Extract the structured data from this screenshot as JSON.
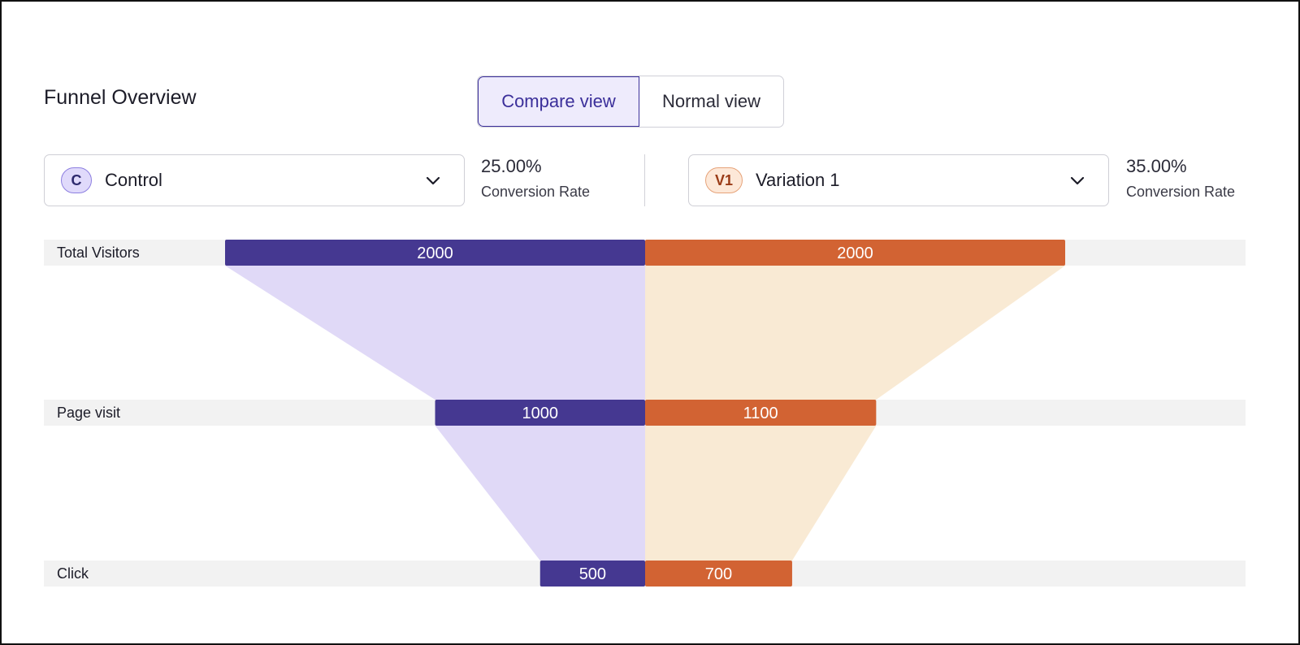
{
  "header": {
    "title": "Funnel Overview"
  },
  "view_toggle": {
    "compare_label": "Compare view",
    "normal_label": "Normal view"
  },
  "control": {
    "badge": "C",
    "name": "Control",
    "rate_value": "25.00%",
    "rate_label": "Conversion Rate",
    "colors": {
      "bar": "#453891",
      "fill": "#e0d9f7"
    }
  },
  "variation": {
    "badge": "V1",
    "name": "Variation 1",
    "rate_value": "35.00%",
    "rate_label": "Conversion Rate",
    "colors": {
      "bar": "#d26333",
      "fill": "#f9ead4"
    }
  },
  "chart_data": {
    "type": "bar",
    "orientation": "horizontal-funnel",
    "categories": [
      "Total Visitors",
      "Page visit",
      "Click"
    ],
    "series": [
      {
        "name": "Control",
        "values": [
          2000,
          1000,
          500
        ]
      },
      {
        "name": "Variation 1",
        "values": [
          2000,
          1100,
          700
        ]
      }
    ],
    "xlim": [
      0,
      2000
    ],
    "title": "",
    "xlabel": "",
    "ylabel": ""
  }
}
